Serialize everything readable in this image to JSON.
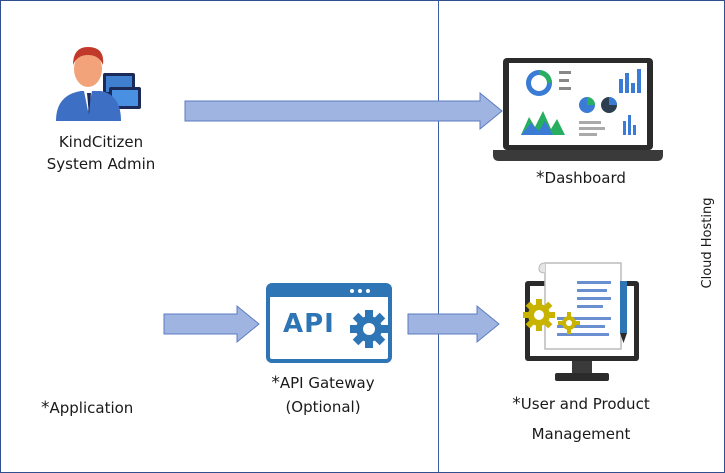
{
  "admin": {
    "line1": "KindCitizen",
    "line2": "System Admin"
  },
  "dashboard": {
    "star": "*",
    "label": "Dashboard"
  },
  "application": {
    "star": "*",
    "label": "Application"
  },
  "api_gateway": {
    "icon_text": "API",
    "star": "*",
    "line1": "API Gateway",
    "line2": "(Optional)"
  },
  "user_product": {
    "star": "*",
    "line1": "User and Product",
    "line2": "Management"
  },
  "cloud": {
    "label": "Cloud Hosting"
  },
  "colors": {
    "arrow_fill": "#9fb4e0",
    "arrow_stroke": "#5b7cc0",
    "divider": "#3a5fa8",
    "api_blue": "#2e75b6",
    "gear_yellow": "#c8b400"
  }
}
